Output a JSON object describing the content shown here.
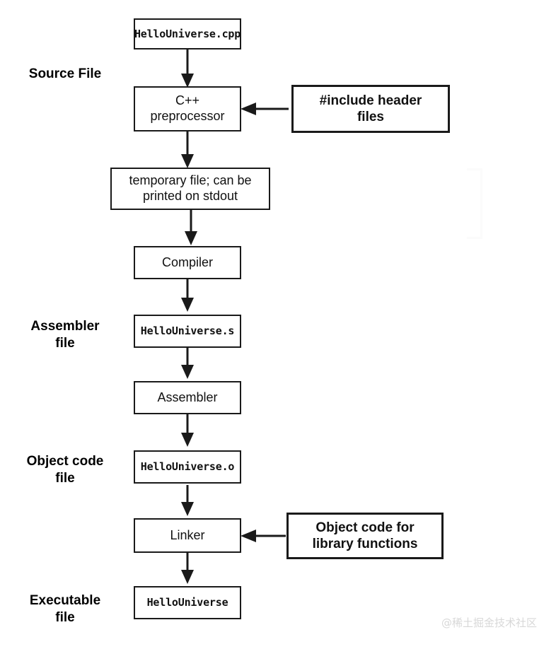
{
  "diagram": {
    "title": "C++ compilation pipeline",
    "accent_color": "#1a1a1a",
    "background_color": "#ffffff",
    "nodes": [
      {
        "id": "source",
        "label": "HelloUniverse.cpp",
        "style": "mono"
      },
      {
        "id": "preprocessor",
        "label": "C++\npreprocessor",
        "style": "plain"
      },
      {
        "id": "includes",
        "label": "#include header\nfiles",
        "style": "strong"
      },
      {
        "id": "tempfile",
        "label": "temporary file; can be\nprinted on stdout",
        "style": "plain"
      },
      {
        "id": "compiler",
        "label": "Compiler",
        "style": "plain"
      },
      {
        "id": "asmfile",
        "label": "HelloUniverse.s",
        "style": "mono"
      },
      {
        "id": "assembler",
        "label": "Assembler",
        "style": "plain"
      },
      {
        "id": "objfile",
        "label": "HelloUniverse.o",
        "style": "mono"
      },
      {
        "id": "linker",
        "label": "Linker",
        "style": "plain"
      },
      {
        "id": "libcode",
        "label": "Object code for\nlibrary functions",
        "style": "strong"
      },
      {
        "id": "executable",
        "label": "HelloUniverse",
        "style": "mono"
      }
    ],
    "captions": [
      {
        "id": "caption-source-file",
        "label": "Source File"
      },
      {
        "id": "caption-assembler-file",
        "label": "Assembler\nfile"
      },
      {
        "id": "caption-object-code",
        "label": "Object code\nfile"
      },
      {
        "id": "caption-executable-file",
        "label": "Executable\nfile"
      }
    ],
    "edges": [
      {
        "from": "source",
        "to": "preprocessor",
        "direction": "down"
      },
      {
        "from": "includes",
        "to": "preprocessor",
        "direction": "left"
      },
      {
        "from": "preprocessor",
        "to": "tempfile",
        "direction": "down"
      },
      {
        "from": "tempfile",
        "to": "compiler",
        "direction": "down"
      },
      {
        "from": "compiler",
        "to": "asmfile",
        "direction": "down"
      },
      {
        "from": "asmfile",
        "to": "assembler",
        "direction": "down"
      },
      {
        "from": "assembler",
        "to": "objfile",
        "direction": "down"
      },
      {
        "from": "objfile",
        "to": "linker",
        "direction": "down"
      },
      {
        "from": "libcode",
        "to": "linker",
        "direction": "left"
      },
      {
        "from": "linker",
        "to": "executable",
        "direction": "down"
      }
    ]
  },
  "watermark": {
    "text": "@稀土掘金技术社区"
  }
}
